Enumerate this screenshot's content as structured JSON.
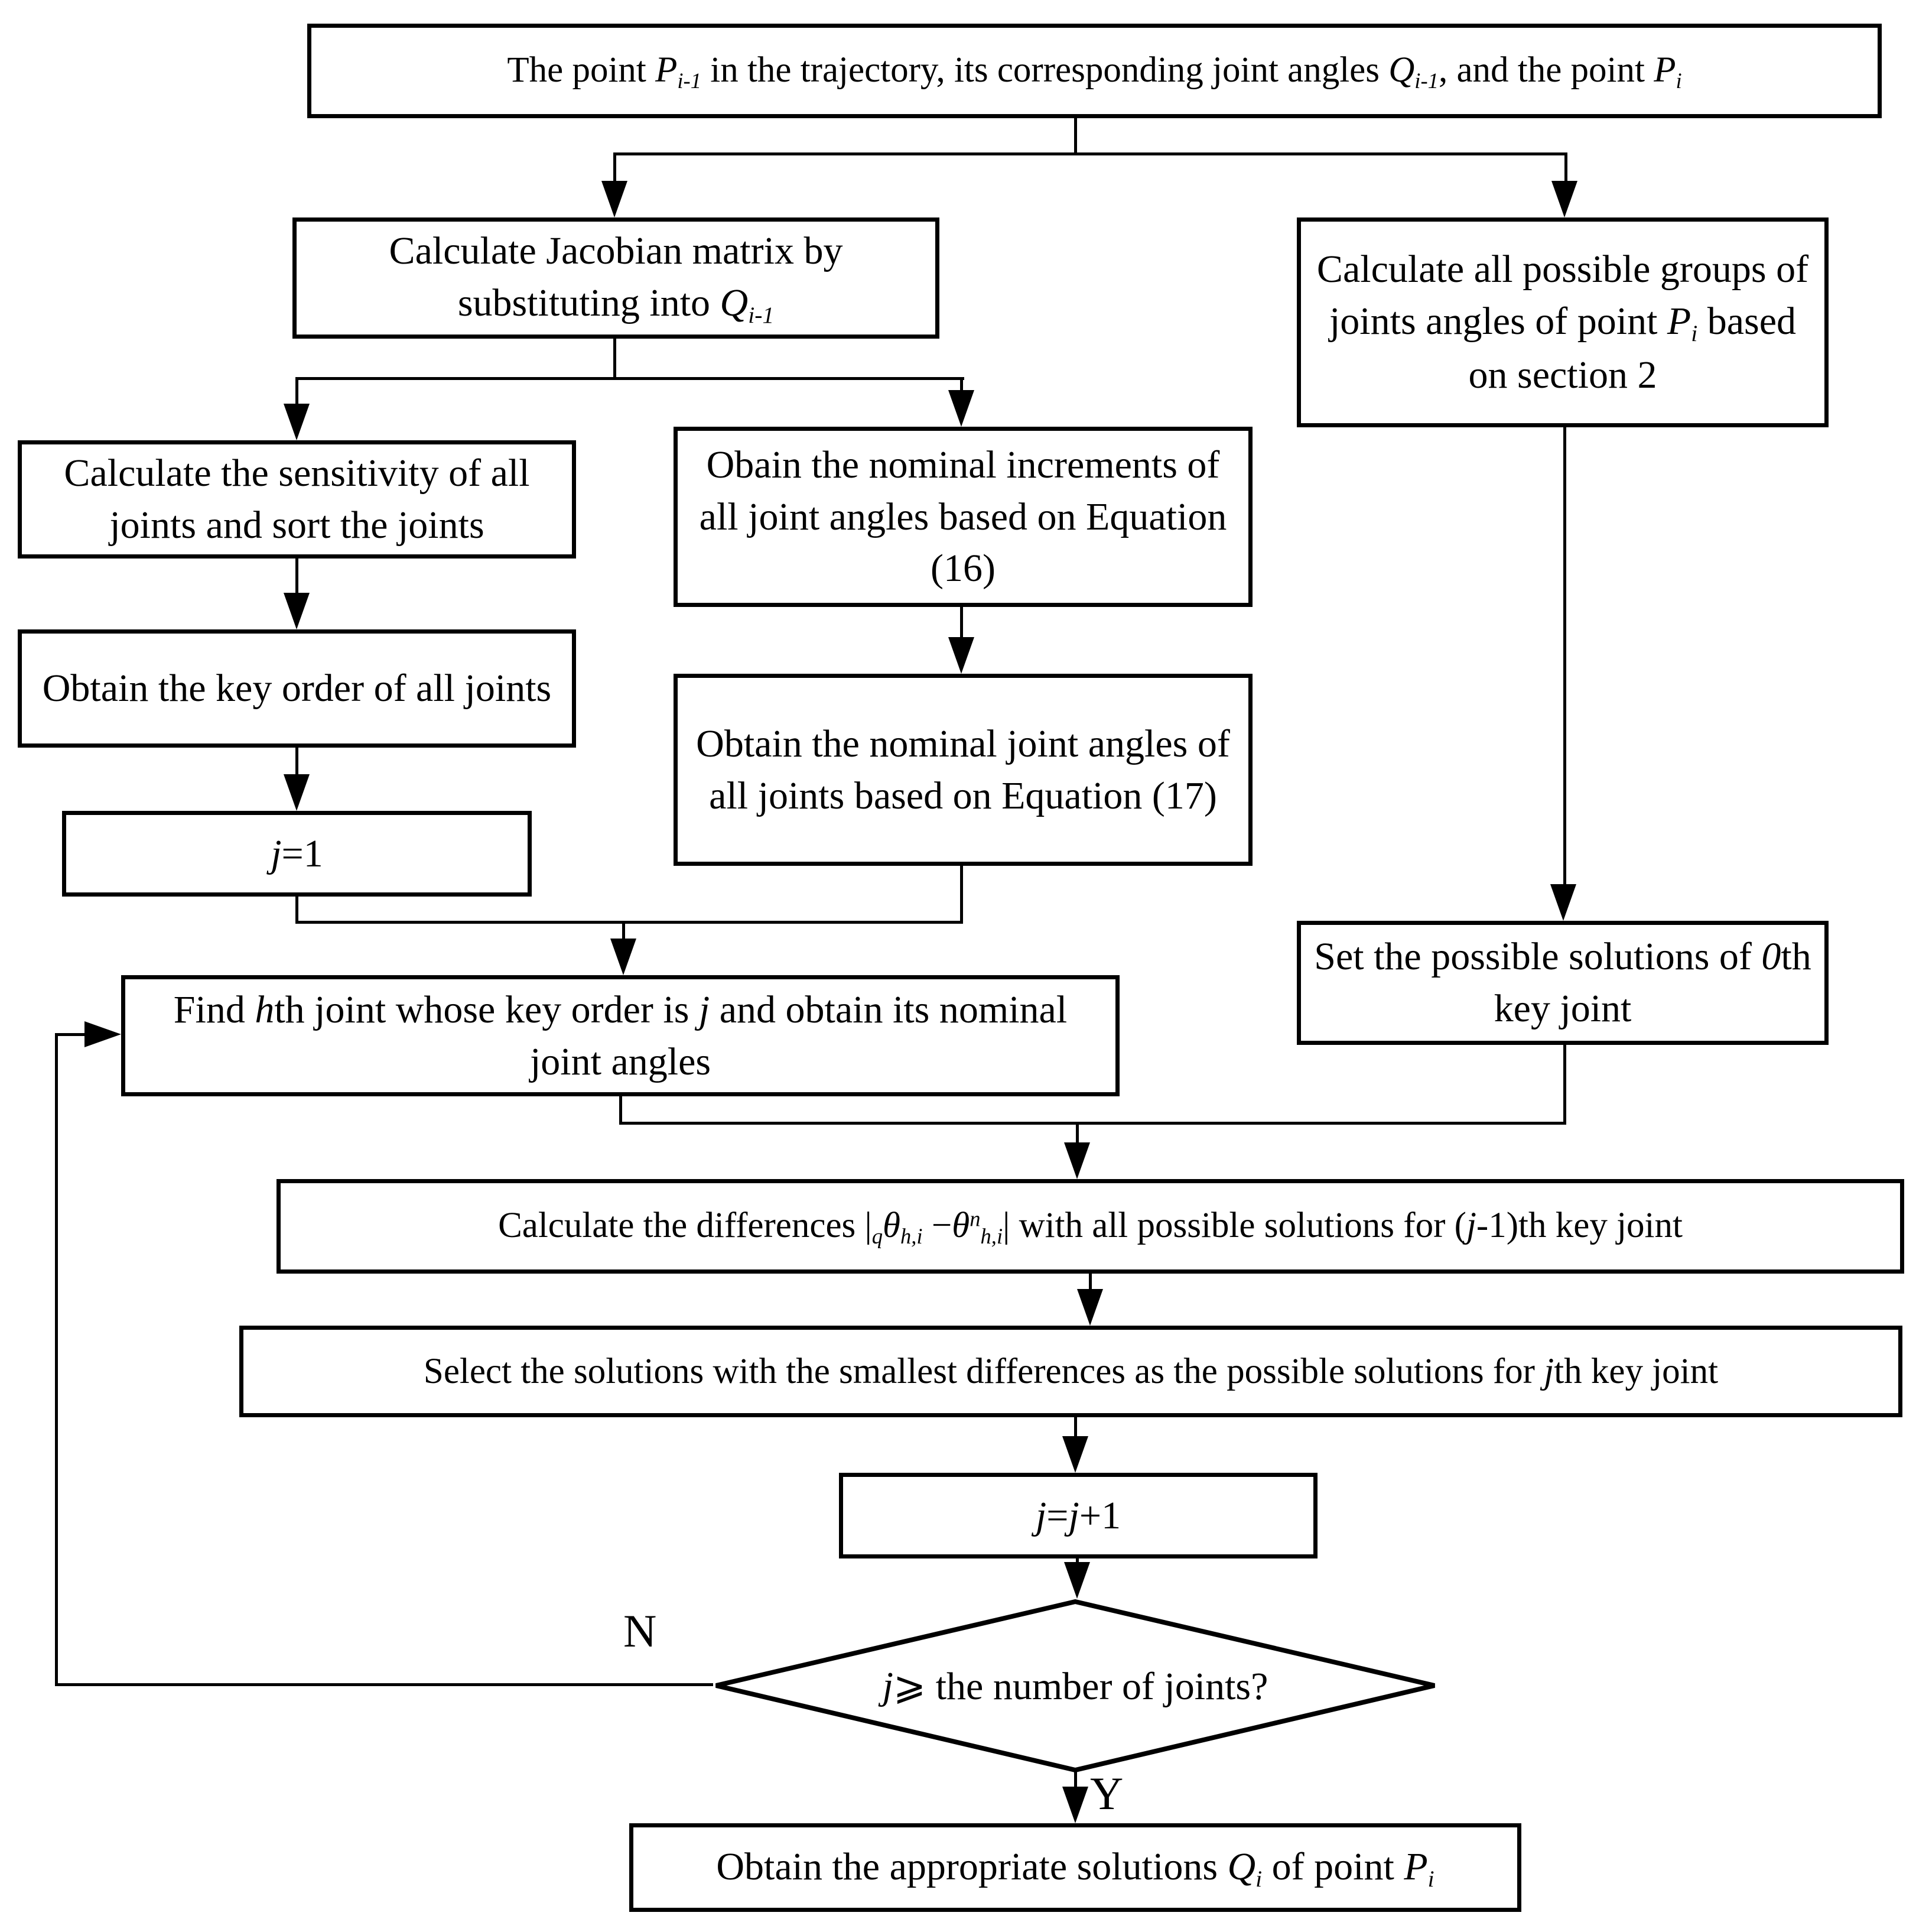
{
  "diagram": {
    "colors": {
      "stroke": "#000000",
      "background": "#ffffff",
      "text": "#000000"
    },
    "branch_labels": {
      "no": "N",
      "yes": "Y"
    },
    "nodes": {
      "start": {
        "runs": [
          {
            "t": "The point "
          },
          {
            "t": "P",
            "m": "i"
          },
          {
            "t": "i-1",
            "m": "isub"
          },
          {
            "t": " in the trajectory, its corresponding joint angles "
          },
          {
            "t": "Q",
            "m": "i"
          },
          {
            "t": "i-1",
            "m": "isub"
          },
          {
            "t": ", and the point "
          },
          {
            "t": "P",
            "m": "i"
          },
          {
            "t": "i",
            "m": "isub"
          }
        ]
      },
      "jacobian": {
        "runs": [
          {
            "t": "Calculate Jacobian matrix by substituting into "
          },
          {
            "t": "Q",
            "m": "i"
          },
          {
            "t": "i-1",
            "m": "isub"
          }
        ]
      },
      "groups": {
        "runs": [
          {
            "t": "Calculate all possible groups of joints angles of point "
          },
          {
            "t": "P",
            "m": "i"
          },
          {
            "t": "i",
            "m": "isub"
          },
          {
            "t": " based on section 2"
          }
        ]
      },
      "sensitivity": {
        "runs": [
          {
            "t": "Calculate the sensitivity of all joints and sort the joints"
          }
        ]
      },
      "increments": {
        "runs": [
          {
            "t": "Obain the nominal increments of all joint angles based on Equation (16)"
          }
        ]
      },
      "key_order": {
        "runs": [
          {
            "t": "Obtain the key order of all joints"
          }
        ]
      },
      "j_init": {
        "runs": [
          {
            "t": "j",
            "m": "i"
          },
          {
            "t": "=1"
          }
        ]
      },
      "eq17": {
        "runs": [
          {
            "t": "Obtain the nominal joint angles of all joints based on Equation (17)"
          }
        ]
      },
      "set_solutions": {
        "runs": [
          {
            "t": "Set the possible solutions of "
          },
          {
            "t": "0",
            "m": "i"
          },
          {
            "t": "th key joint"
          }
        ]
      },
      "find_joint": {
        "runs": [
          {
            "t": "Find "
          },
          {
            "t": "h",
            "m": "i"
          },
          {
            "t": "th joint whose key order is "
          },
          {
            "t": "j",
            "m": "i"
          },
          {
            "t": " and obtain its nominal joint angles"
          }
        ]
      },
      "differences": {
        "runs": [
          {
            "t": "Calculate the differences |"
          },
          {
            "t": "q",
            "m": "isub"
          },
          {
            "t": "θ",
            "m": "i"
          },
          {
            "t": "h,i",
            "m": "isub"
          },
          {
            "t": " −"
          },
          {
            "t": "θ",
            "m": "i"
          },
          {
            "t": "n",
            "m": "isup"
          },
          {
            "t": "h,i",
            "m": "isub"
          },
          {
            "t": "| with all possible solutions for ("
          },
          {
            "t": "j",
            "m": "i"
          },
          {
            "t": "-1)th key joint"
          }
        ]
      },
      "select_solutions": {
        "runs": [
          {
            "t": "Select the solutions with the smallest differences as the possible solutions for "
          },
          {
            "t": "j",
            "m": "i"
          },
          {
            "t": "th key joint"
          }
        ]
      },
      "increment_j": {
        "runs": [
          {
            "t": "j",
            "m": "i"
          },
          {
            "t": "="
          },
          {
            "t": "j",
            "m": "i"
          },
          {
            "t": "+1"
          }
        ]
      },
      "decision": {
        "runs": [
          {
            "t": "j",
            "m": "i"
          },
          {
            "t": " ⩾ the number of joints?"
          }
        ]
      },
      "result": {
        "runs": [
          {
            "t": "Obtain the appropriate solutions "
          },
          {
            "t": "Q",
            "m": "i"
          },
          {
            "t": "i",
            "m": "isub"
          },
          {
            "t": " of point "
          },
          {
            "t": "P",
            "m": "i"
          },
          {
            "t": "i",
            "m": "isub"
          }
        ]
      }
    }
  }
}
